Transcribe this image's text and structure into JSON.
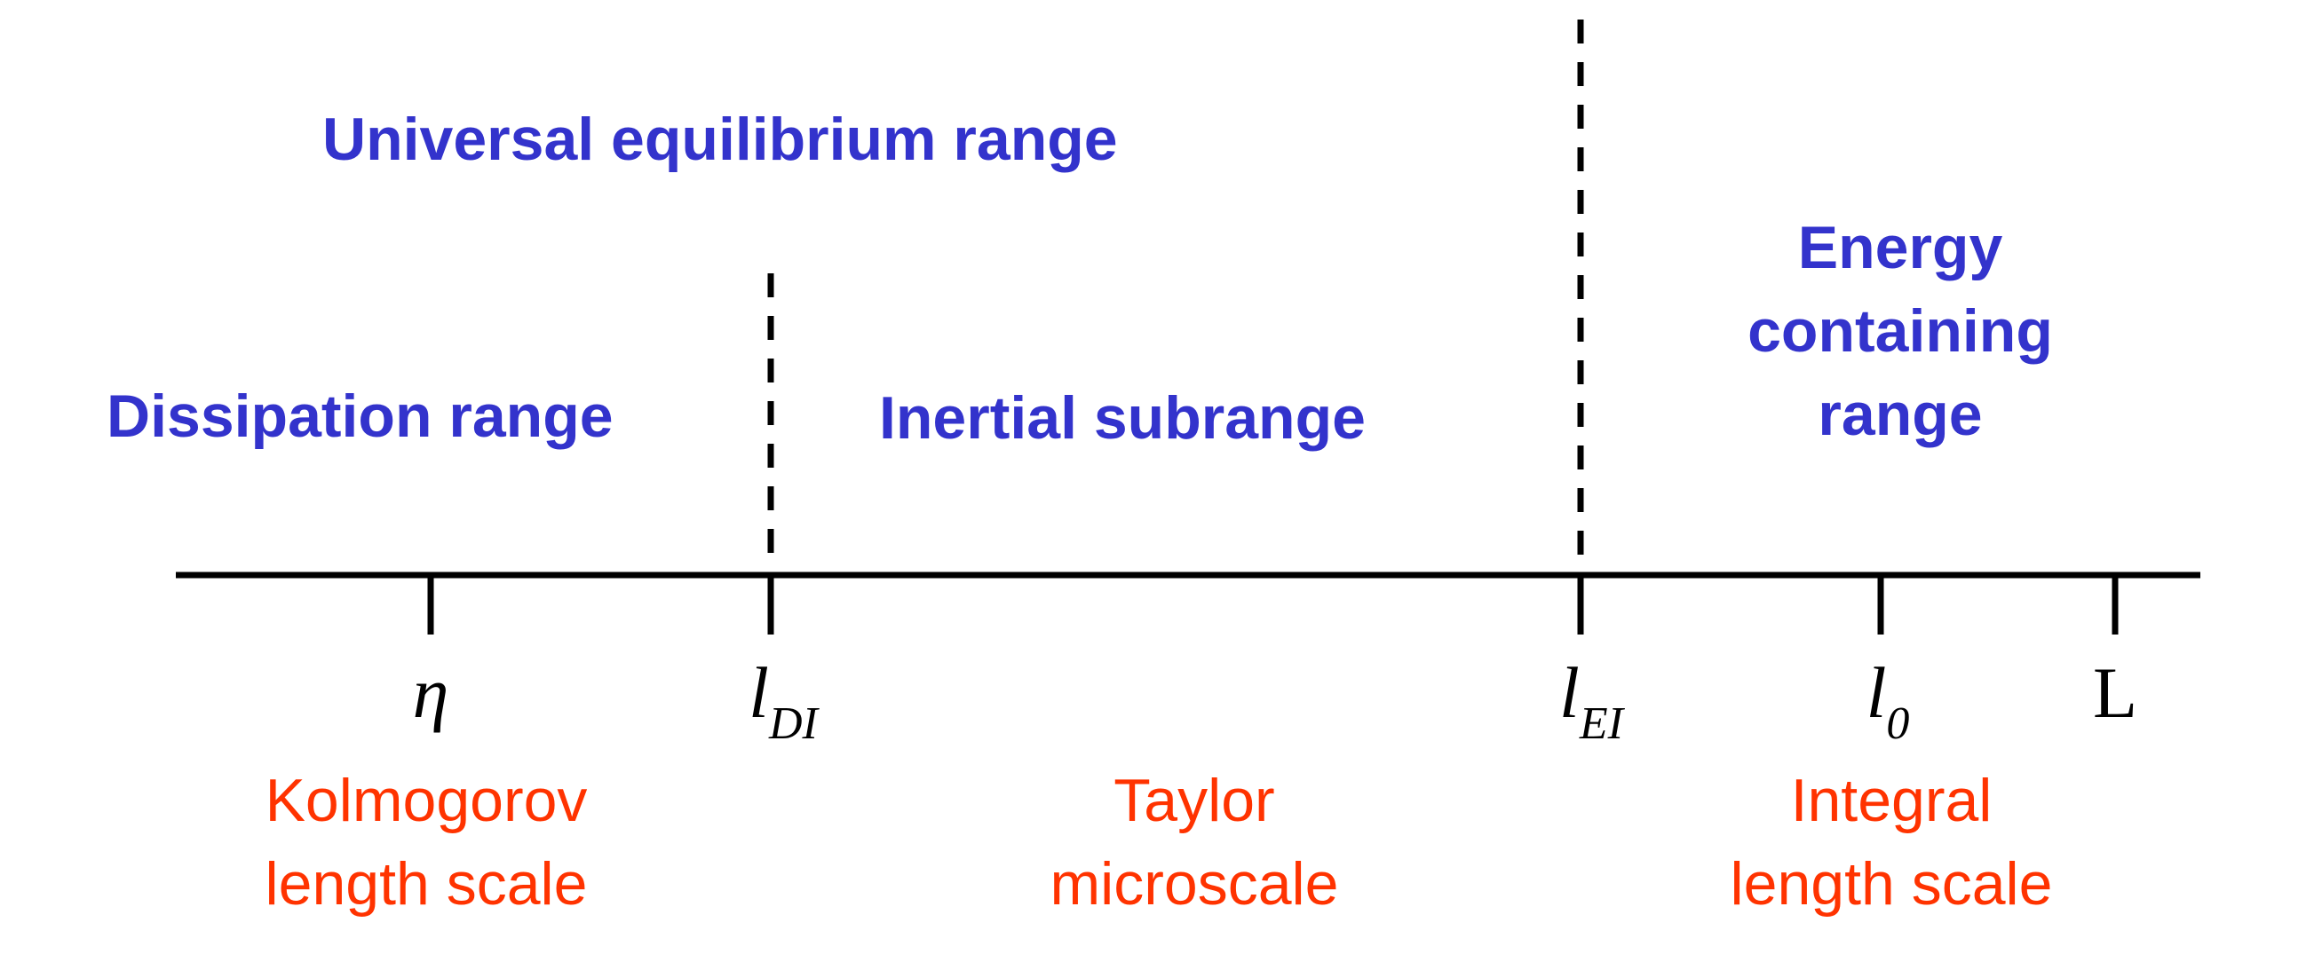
{
  "colors": {
    "range_label": "#3333cc",
    "scale_name": "#ff3300",
    "axis": "#000000"
  },
  "range_labels": {
    "universal": "Universal equilibrium range",
    "dissipation": "Dissipation range",
    "inertial": "Inertial subrange",
    "energy_line1": "Energy",
    "energy_line2": "containing",
    "energy_line3": "range"
  },
  "ticks": {
    "eta": {
      "symbol": "η",
      "subscript": ""
    },
    "l_di": {
      "symbol": "l",
      "subscript": "DI"
    },
    "l_ei": {
      "symbol": "l",
      "subscript": "EI"
    },
    "l_0": {
      "symbol": "l",
      "subscript": "0"
    },
    "big_l": {
      "symbol": "L",
      "subscript": ""
    }
  },
  "scale_names": {
    "kolmogorov_line1": "Kolmogorov",
    "kolmogorov_line2": "length scale",
    "taylor_line1": "Taylor",
    "taylor_line2": "microscale",
    "integral_line1": "Integral",
    "integral_line2": "length scale"
  }
}
